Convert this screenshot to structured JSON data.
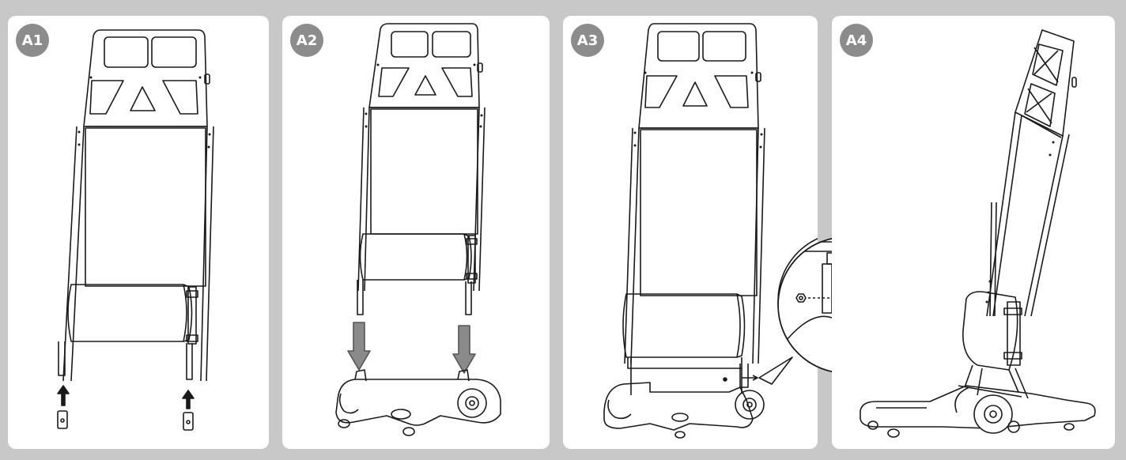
{
  "panels": [
    {
      "label": "A1"
    },
    {
      "label": "A2"
    },
    {
      "label": "A3"
    },
    {
      "label": "A4"
    }
  ],
  "colors": {
    "background": "#c8c8c8",
    "panel": "#ffffff",
    "badge": "#8c8c8c",
    "line": "#1a1a1a",
    "arrow_gray": "#8a8a8a"
  }
}
